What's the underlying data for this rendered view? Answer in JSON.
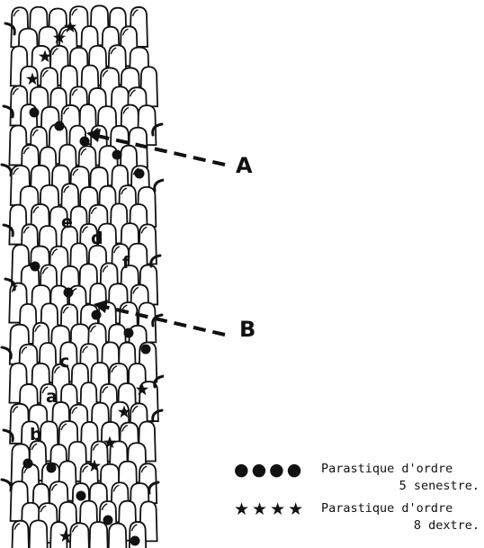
{
  "figure": {
    "callouts": [
      {
        "id": "A",
        "label": "A"
      },
      {
        "id": "B",
        "label": "B"
      }
    ],
    "leaf_letters": [
      "a",
      "b",
      "c",
      "d",
      "e",
      "f"
    ],
    "marker_colors": {
      "ink": "#111111",
      "paper": "#ffffff"
    }
  },
  "legend": {
    "items": [
      {
        "symbol": "●●●●",
        "line1": "Parastique  d'ordre",
        "line2": "5 senestre."
      },
      {
        "symbol": "★★★★",
        "line1": "Parastique  d'ordre",
        "line2": "8 dextre."
      }
    ]
  }
}
